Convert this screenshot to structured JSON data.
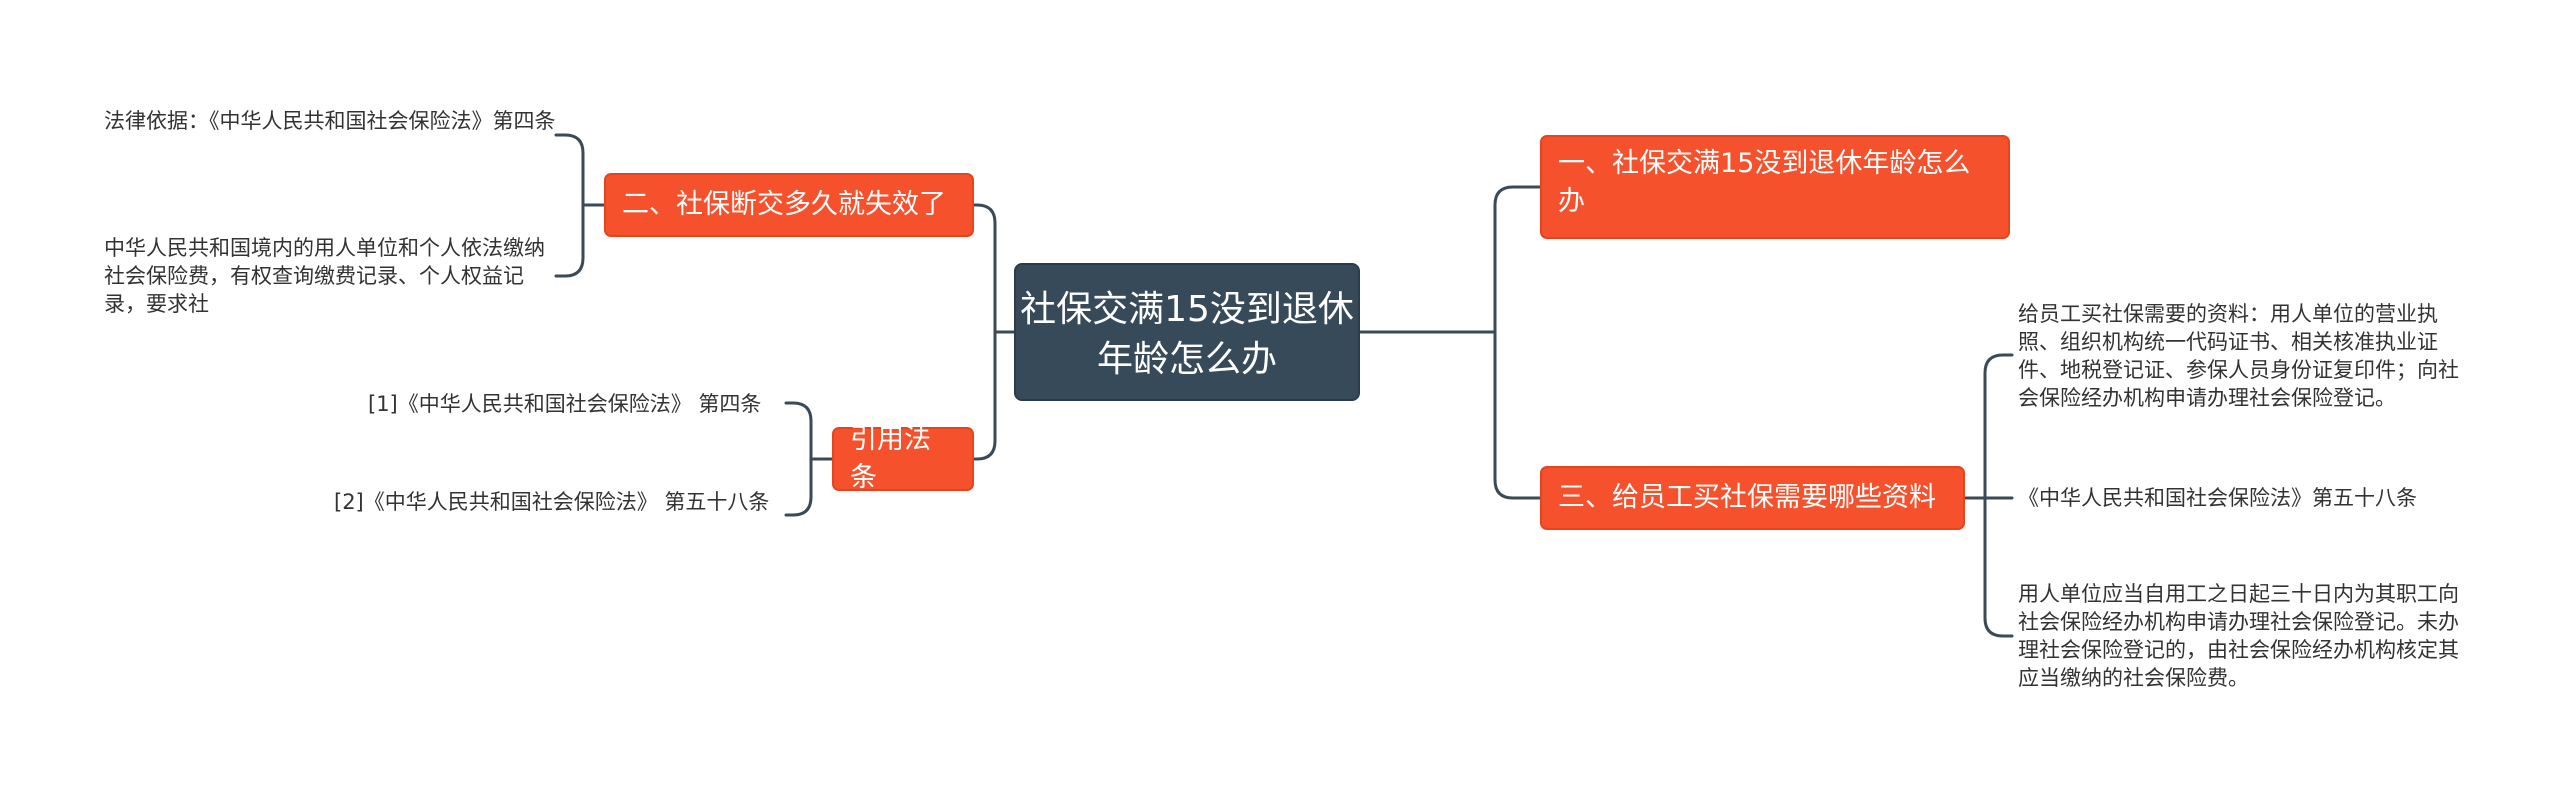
{
  "colors": {
    "root_bg": "#374a5a",
    "branch_bg": "#f5512c",
    "line": "#3a4a56",
    "leaf_text": "#333333"
  },
  "root": {
    "label": "社保交满15没到退休年龄怎么办"
  },
  "branches": {
    "right_1": {
      "label": "一、社保交满15没到退休年龄怎么办"
    },
    "right_3": {
      "label": "三、给员工买社保需要哪些资料"
    },
    "left_2": {
      "label": "二、社保断交多久就失效了"
    },
    "left_cite": {
      "label": "引用法条"
    }
  },
  "leaves": {
    "left_2_a": "法律依据：《中华人民共和国社会保险法》第四条",
    "left_2_b": "中华人民共和国境内的用人单位和个人依法缴纳社会保险费，有权查询缴费记录、个人权益记录，要求社",
    "cite_1": "[1]《中华人民共和国社会保险法》 第四条",
    "cite_2": "[2]《中华人民共和国社会保险法》 第五十八条",
    "right_3_a": "给员工买社保需要的资料：用人单位的营业执照、组织机构统一代码证书、相关核准执业证件、地税登记证、参保人员身份证复印件；向社会保险经办机构申请办理社会保险登记。",
    "right_3_b": "《中华人民共和国社会保险法》第五十八条",
    "right_3_c": "用人单位应当自用工之日起三十日内为其职工向社会保险经办机构申请办理社会保险登记。未办理社会保险登记的，由社会保险经办机构核定其应当缴纳的社会保险费。"
  }
}
